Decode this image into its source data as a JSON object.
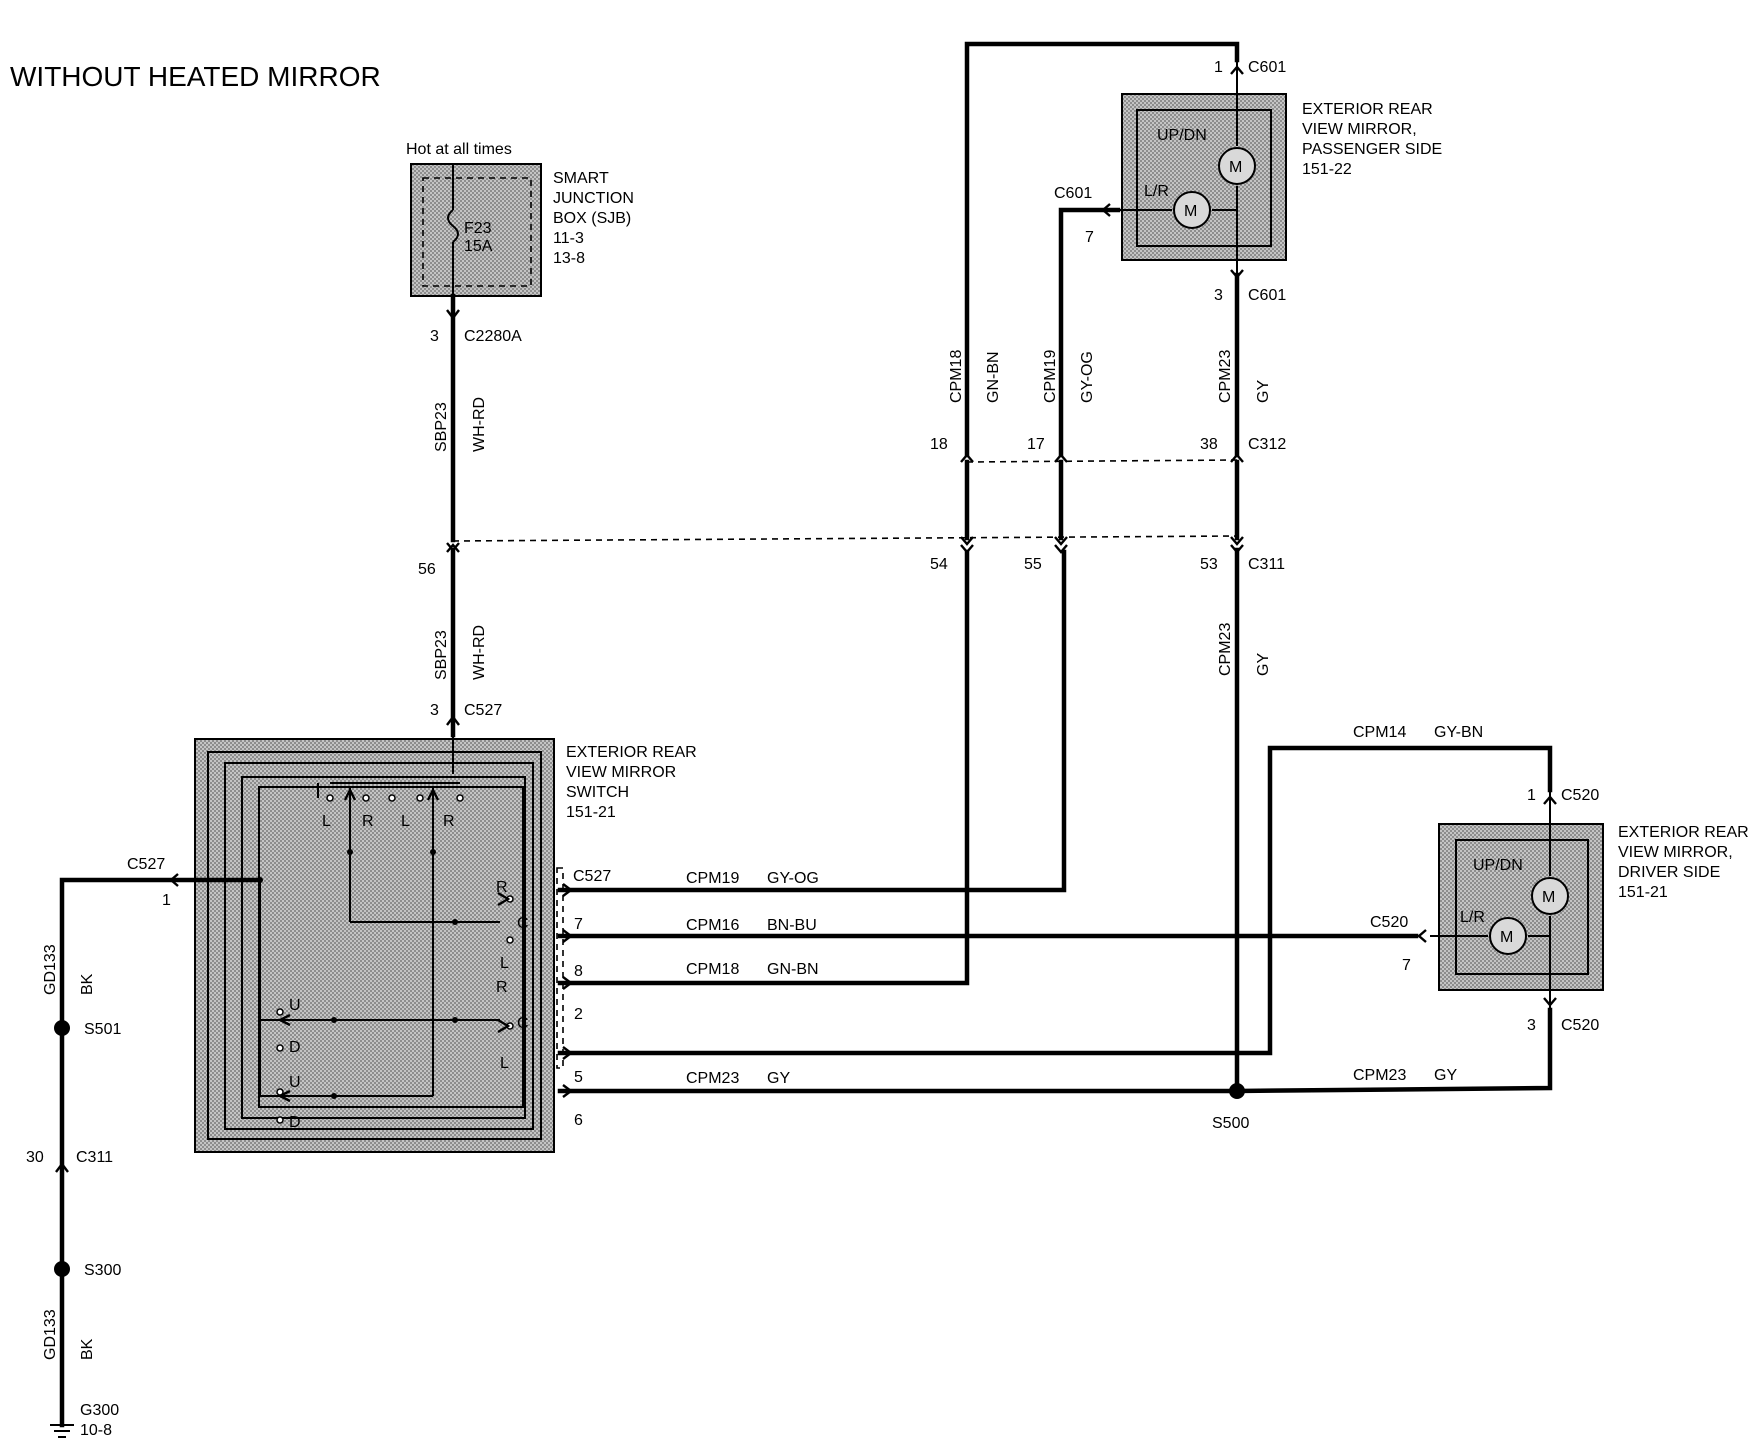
{
  "title": "WITHOUT HEATED MIRROR",
  "sjb": {
    "hot_label": "Hot at all times",
    "name_lines": [
      "SMART",
      "JUNCTION",
      "BOX (SJB)",
      "11-3",
      "13-8"
    ],
    "fuse": "F23",
    "fuse_rating": "15A"
  },
  "connectors": {
    "c2280a": {
      "pin": "3",
      "name": "C2280A"
    },
    "c311_top": {
      "pins": [
        "56",
        "54",
        "55",
        "53"
      ],
      "name": "C311"
    },
    "c312": {
      "pins": [
        "18",
        "17",
        "38"
      ],
      "name": "C312"
    },
    "c527_top": {
      "pin": "3",
      "name": "C527"
    },
    "c527_left": {
      "pin": "1",
      "name": "C527"
    },
    "c527_right": {
      "name": "C527",
      "pins": [
        "7",
        "8",
        "2",
        "5",
        "6"
      ]
    },
    "c601_top": {
      "pin": "1",
      "name": "C601"
    },
    "c601_left": {
      "pin": "7",
      "name": "C601"
    },
    "c601_bottom": {
      "pin": "3",
      "name": "C601"
    },
    "c520_top": {
      "pin": "1",
      "name": "C520"
    },
    "c520_left": {
      "pin": "7",
      "name": "C520"
    },
    "c520_bottom": {
      "pin": "3",
      "name": "C520"
    },
    "c311_left": {
      "pin": "30",
      "name": "C311"
    }
  },
  "wires": {
    "sbp23_a": {
      "circuit": "SBP23",
      "color": "WH-RD"
    },
    "sbp23_b": {
      "circuit": "SBP23",
      "color": "WH-RD"
    },
    "cpm18_v": {
      "circuit": "CPM18",
      "color": "GN-BN"
    },
    "cpm19_v": {
      "circuit": "CPM19",
      "color": "GY-OG"
    },
    "cpm23_v1": {
      "circuit": "CPM23",
      "color": "GY"
    },
    "cpm23_v2": {
      "circuit": "CPM23",
      "color": "GY"
    },
    "cpm19_h": {
      "circuit": "CPM19",
      "color": "GY-OG"
    },
    "cpm16_h": {
      "circuit": "CPM16",
      "color": "BN-BU"
    },
    "cpm18_h": {
      "circuit": "CPM18",
      "color": "GN-BN"
    },
    "cpm23_h1": {
      "circuit": "CPM23",
      "color": "GY"
    },
    "cpm23_h2": {
      "circuit": "CPM23",
      "color": "GY"
    },
    "cpm14_h": {
      "circuit": "CPM14",
      "color": "GY-BN"
    },
    "gd133_a": {
      "circuit": "GD133",
      "color": "BK"
    },
    "gd133_b": {
      "circuit": "GD133",
      "color": "BK"
    }
  },
  "switch": {
    "name_lines": [
      "EXTERIOR REAR",
      "VIEW MIRROR",
      "SWITCH",
      "151-21"
    ],
    "contacts_top": [
      "L",
      "R",
      "L",
      "R"
    ],
    "contacts_right": [
      "R",
      "C",
      "L",
      "R",
      "C",
      "L"
    ],
    "contacts_left": [
      "U",
      "D",
      "U",
      "D"
    ]
  },
  "mirror_passenger": {
    "name_lines": [
      "EXTERIOR REAR",
      "VIEW MIRROR,",
      "PASSENGER SIDE",
      "151-22"
    ],
    "updn": "UP/DN",
    "lr": "L/R",
    "motor": "M"
  },
  "mirror_driver": {
    "name_lines": [
      "EXTERIOR REAR",
      "VIEW MIRROR,",
      "DRIVER SIDE",
      "151-21"
    ],
    "updn": "UP/DN",
    "lr": "L/R",
    "motor": "M"
  },
  "splices": {
    "s501": "S501",
    "s300": "S300",
    "s500": "S500"
  },
  "ground": {
    "name": "G300",
    "ref": "10-8"
  }
}
